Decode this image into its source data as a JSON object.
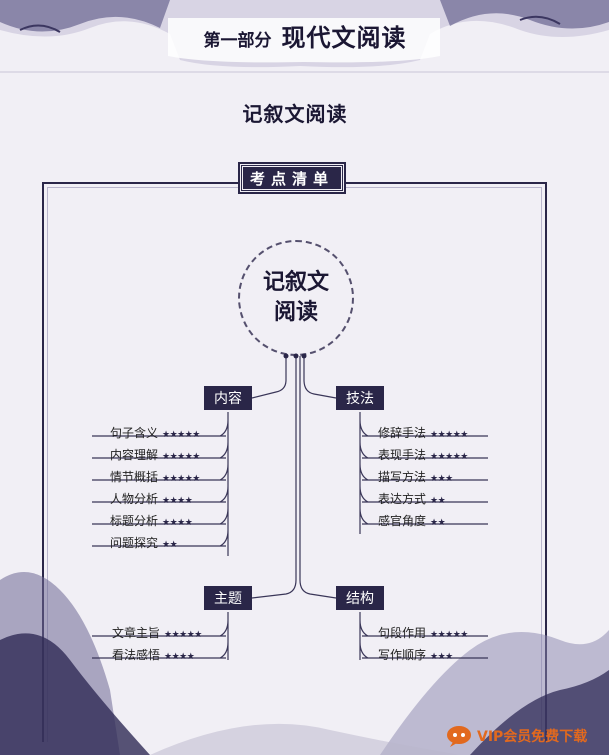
{
  "header": {
    "part_label": "第一部分",
    "section_name": "现代文阅读"
  },
  "page_heading": "记叙文阅读",
  "checklist_tab": "考点清单",
  "center": {
    "line1": "记叙文",
    "line2": "阅读"
  },
  "categories": {
    "content": {
      "label": "内容",
      "items": [
        {
          "text": "句子含义",
          "stars": "★★★★★"
        },
        {
          "text": "内容理解",
          "stars": "★★★★★"
        },
        {
          "text": "情节概括",
          "stars": "★★★★★"
        },
        {
          "text": "人物分析",
          "stars": "★★★★"
        },
        {
          "text": "标题分析",
          "stars": "★★★★"
        },
        {
          "text": "问题探究",
          "stars": "★★"
        }
      ]
    },
    "technique": {
      "label": "技法",
      "items": [
        {
          "text": "修辞手法",
          "stars": "★★★★★"
        },
        {
          "text": "表现手法",
          "stars": "★★★★★"
        },
        {
          "text": "描写方法",
          "stars": "★★★"
        },
        {
          "text": "表达方式",
          "stars": "★★"
        },
        {
          "text": "感官角度",
          "stars": "★★"
        }
      ]
    },
    "theme": {
      "label": "主题",
      "items": [
        {
          "text": "文章主旨",
          "stars": "★★★★★"
        },
        {
          "text": "看法感悟",
          "stars": "★★★★"
        }
      ]
    },
    "structure": {
      "label": "结构",
      "items": [
        {
          "text": "句段作用",
          "stars": "★★★★★"
        },
        {
          "text": "写作顺序",
          "stars": "★★★"
        }
      ]
    }
  },
  "watermark": "VIP会员免费下载",
  "colors": {
    "primary": "#2a2648",
    "background": "#f1eff5",
    "watermark": "#e2691e"
  }
}
